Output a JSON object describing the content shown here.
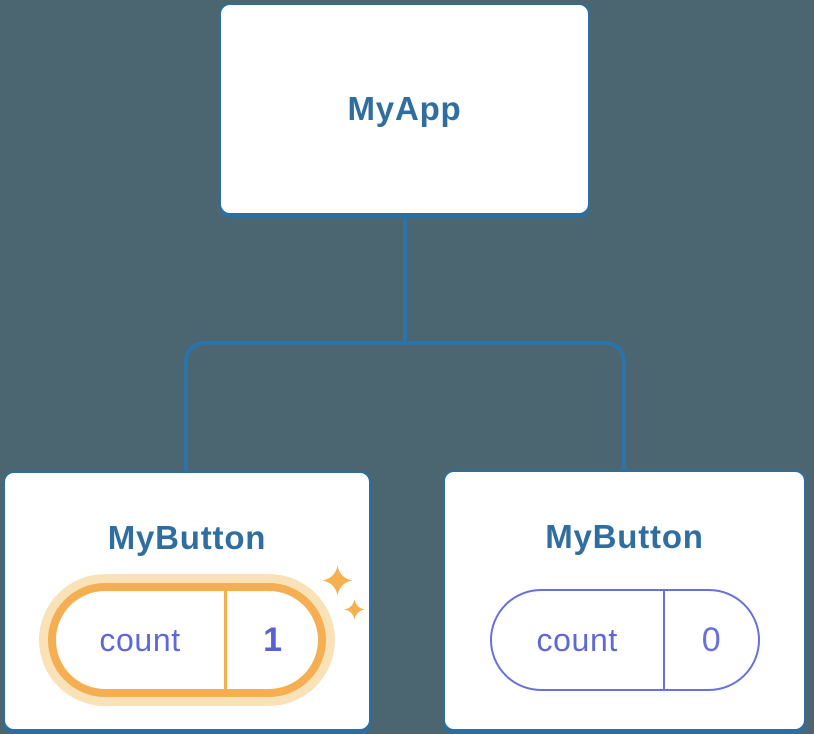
{
  "diagram": {
    "description": "React component tree with state pills",
    "background_color": "#4B6671",
    "node_border_color": "#2E6E9E",
    "node_title_color": "#2F6E9F",
    "connector_color": "#2C74A8",
    "state_text_color": "#5F68D8",
    "state_border_color": "#6770DB",
    "highlight_color": "#F5AE51",
    "highlight_halo_color": "#FAE2B8",
    "sparkle_color": "#F6B04E"
  },
  "tree": {
    "root": {
      "label": "MyApp"
    },
    "children": [
      {
        "label": "MyButton",
        "highlighted": true,
        "state": {
          "name": "count",
          "value": "1"
        },
        "icon": "sparkles-icon"
      },
      {
        "label": "MyButton",
        "highlighted": false,
        "state": {
          "name": "count",
          "value": "0"
        }
      }
    ]
  }
}
